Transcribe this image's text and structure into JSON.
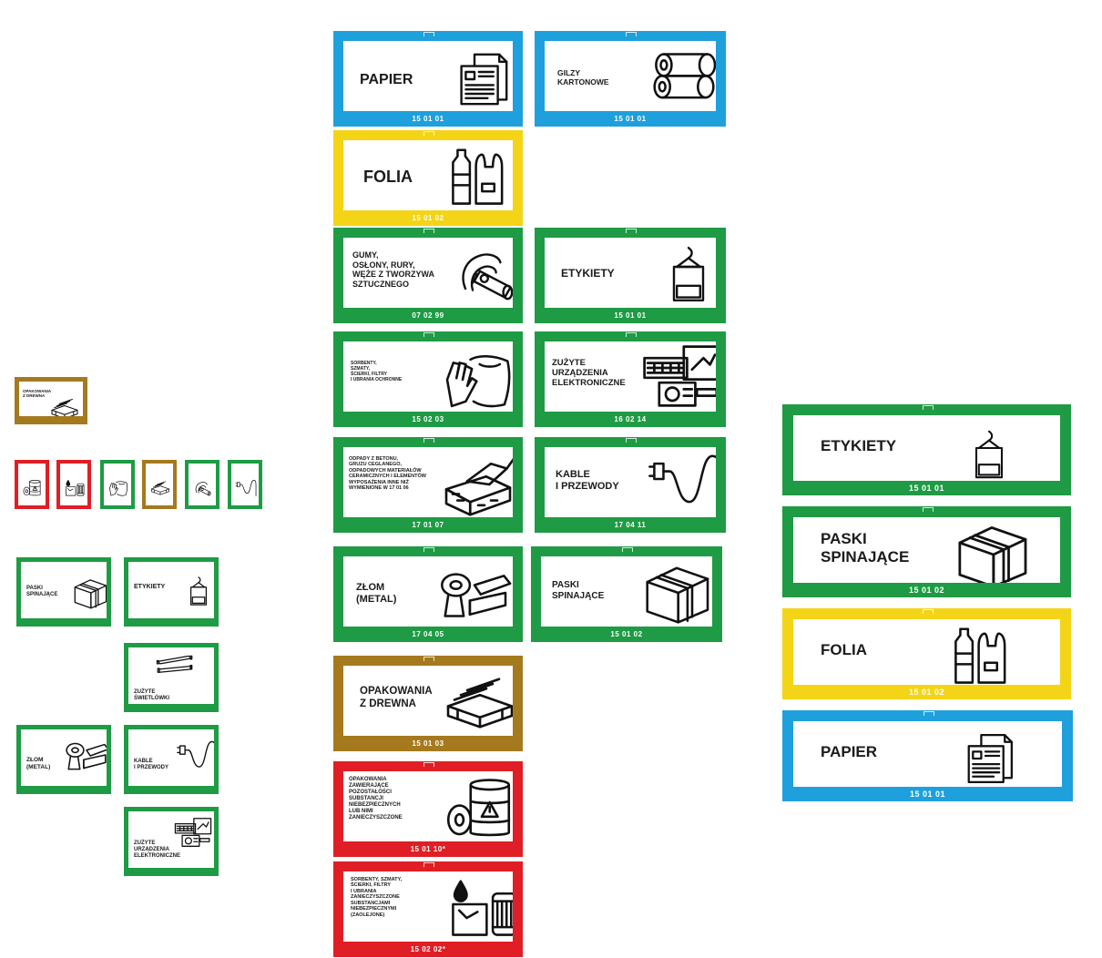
{
  "colors": {
    "blue": "#1ea0dc",
    "yellow": "#f4d416",
    "green": "#1e9b44",
    "brown": "#a5791d",
    "red": "#e01e25"
  },
  "large_signs": [
    {
      "label": "PAPIER",
      "code": "15 01 01",
      "color": "blue",
      "icon": "paper-document-icon"
    },
    {
      "label": "GILZY\nKARTONOWE",
      "code": "15 01 01",
      "color": "blue",
      "icon": "cardboard-tubes-icon"
    },
    {
      "label": "FOLIA",
      "code": "15 01 02",
      "color": "yellow",
      "icon": "plastic-bottle-bag-icon"
    },
    {
      "label": "GUMY,\nOSŁONY, RURY,\nWĘŻE Z TWORZYWA\nSZTUCZNEGO",
      "code": "07 02 99",
      "color": "green",
      "icon": "plastic-pipe-icon"
    },
    {
      "label": "ETYKIETY",
      "code": "15 01 01",
      "color": "green",
      "icon": "hang-tag-icon"
    },
    {
      "label": "SORBENTY,\nSZMATY,\nŚCIERKI, FILTRY\nI UBRANIA OCHRONNE",
      "code": "15 02 03",
      "color": "green",
      "icon": "gloves-rag-icon"
    },
    {
      "label": "ZUŻYTE\nURZĄDZENIA\nELEKTRONICZNE",
      "code": "16 02 14",
      "color": "green",
      "icon": "electronic-devices-icon"
    },
    {
      "label": "ODPADY Z BETONU,\nGRUZU CEGLANEGO,\nODPADOWYCH MATERIAŁÓW\nCERAMICZNYCH I ELEMENTÓW\nWYPOSAŻENIA INNE NIŻ\nWYMIENIONE W 17 01 06",
      "code": "17 01 07",
      "color": "green",
      "icon": "brick-trowel-icon"
    },
    {
      "label": "KABLE\nI PRZEWODY",
      "code": "17 04 11",
      "color": "green",
      "icon": "cable-plug-icon"
    },
    {
      "label": "ZŁOM\n(METAL)",
      "code": "17 04 05",
      "color": "green",
      "icon": "scrap-metal-icon"
    },
    {
      "label": "PASKI\nSPINAJĄCE",
      "code": "15 01 02",
      "color": "green",
      "icon": "strapped-box-icon"
    },
    {
      "label": "OPAKOWANIA\nZ DREWNA",
      "code": "15 01 03",
      "color": "brown",
      "icon": "wooden-pallet-icon"
    },
    {
      "label": "OPAKOWANIA\nZAWIERAJĄCE\nPOZOSTAŁOŚCI\nSUBSTANCJI\nNIEBEZPIECZNYCH\nLUB NIMI\nZANIECZYSZCZONE",
      "code": "15 01 10*",
      "color": "red",
      "icon": "hazard-barrel-icon"
    },
    {
      "label": "SORBENTY, SZMATY,\nŚCIERKI, FILTRY\nI UBRANIA\nZANIECZYSZCZONE\nSUBSTANCJAMI\nNIEBEZPIECZNYMI\n(ZAOLEJONE)",
      "code": "15 02 02*",
      "color": "red",
      "icon": "oily-filter-icon"
    }
  ],
  "right_signs": [
    {
      "label": "ETYKIETY",
      "code": "15 01 01",
      "color": "green",
      "icon": "hang-tag-icon"
    },
    {
      "label": "PASKI\nSPINAJĄCE",
      "code": "15 01 02",
      "color": "green",
      "icon": "strapped-box-icon"
    },
    {
      "label": "FOLIA",
      "code": "15 01 02",
      "color": "yellow",
      "icon": "plastic-bottle-bag-icon"
    },
    {
      "label": "PAPIER",
      "code": "15 01 01",
      "color": "blue",
      "icon": "paper-document-icon"
    }
  ],
  "small_signs": [
    {
      "label": "OPAKOWANIA\nZ DREWNA",
      "code": "",
      "color": "brown",
      "icon": "wooden-pallet-icon"
    },
    {
      "label": "PASKI\nSPINAJĄCE",
      "code": "",
      "color": "green",
      "icon": "strapped-box-icon"
    },
    {
      "label": "ETYKIETY",
      "code": "",
      "color": "green",
      "icon": "hang-tag-icon"
    },
    {
      "label": "ZUŻYTE\nŚWIETLÓWKI",
      "code": "",
      "color": "green",
      "icon": "fluorescent-tubes-icon"
    },
    {
      "label": "ZŁOM\n(METAL)",
      "code": "",
      "color": "green",
      "icon": "scrap-metal-icon"
    },
    {
      "label": "KABLE\nI PRZEWODY",
      "code": "",
      "color": "green",
      "icon": "cable-plug-icon"
    },
    {
      "label": "ZUŻYTE\nURZĄDZENIA\nELEKTRONICZNE",
      "code": "",
      "color": "green",
      "icon": "electronic-devices-icon"
    }
  ],
  "tiny_signs": [
    {
      "color": "red",
      "icon": "hazard-barrel-icon"
    },
    {
      "color": "red",
      "icon": "oily-filter-icon"
    },
    {
      "color": "green",
      "icon": "gloves-rag-icon"
    },
    {
      "color": "brown",
      "icon": "wooden-pallet-icon"
    },
    {
      "color": "green",
      "icon": "plastic-pipe-icon"
    },
    {
      "color": "green",
      "icon": "cable-plug-icon"
    }
  ]
}
